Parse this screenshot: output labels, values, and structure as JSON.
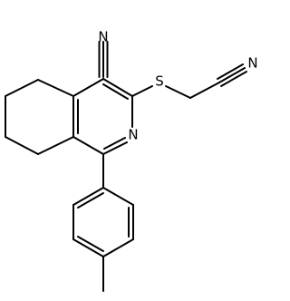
{
  "molecule": {
    "atoms": {
      "nitrile_n_top": "N",
      "sulfur": "S",
      "nitrile_n_right": "N",
      "ring_n": "N"
    },
    "colors": {
      "bond": "#000000",
      "label": "#000000",
      "background": "#ffffff"
    }
  }
}
